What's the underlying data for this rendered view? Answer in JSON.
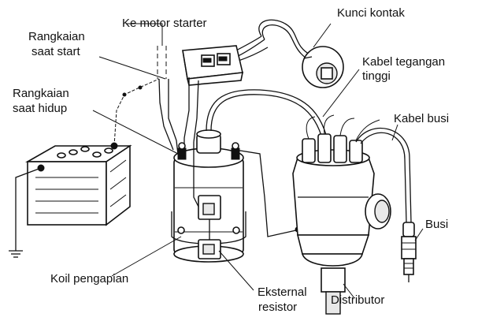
{
  "labels": {
    "ke_motor_starter": "Ke motor starter",
    "kunci_kontak": "Kunci kontak",
    "rangkaian_start": [
      "Rangkaian",
      "saat start"
    ],
    "kabel_tegangan_tinggi": [
      "Kabel tegangan",
      "tinggi"
    ],
    "rangkaian_hidup": [
      "Rangkaian",
      "saat hidup"
    ],
    "kabel_busi": "Kabel busi",
    "busi": "Busi",
    "koil_pengapian": "Koil pengapian",
    "eksternal_resistor": [
      "Eksternal",
      "resistor"
    ],
    "distributor": "Distributor"
  }
}
